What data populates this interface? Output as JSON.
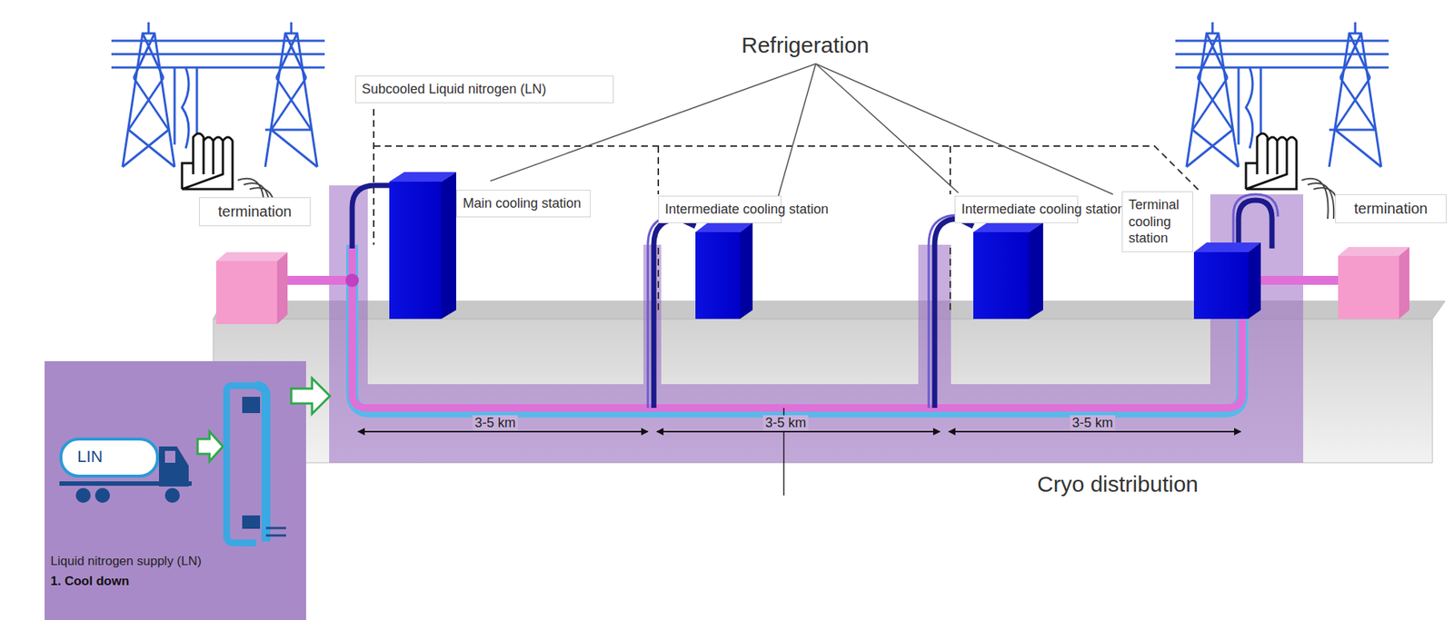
{
  "diagram": {
    "nodes": [
      {
        "text": [
          "Subcooled Liquid nitrogen (LN)"
        ]
      },
      {
        "text": [
          "termination"
        ]
      },
      {
        "text": [
          "Main cooling station"
        ]
      },
      {
        "text": [
          "Intermediate cooling station"
        ]
      },
      {
        "text": [
          "Intermediate cooling station"
        ]
      },
      {
        "text": [
          "Terminal cooling station"
        ]
      },
      {
        "text": [
          "termination"
        ]
      },
      {
        "text": [
          "Liquid nitrogen supply (LN)",
          "1. Cool down"
        ]
      }
    ],
    "labels": [
      "Refrigeration",
      "LIN",
      "3-5 km",
      "3-5 km",
      "3-5 km",
      "Cryo distribution"
    ]
  }
}
